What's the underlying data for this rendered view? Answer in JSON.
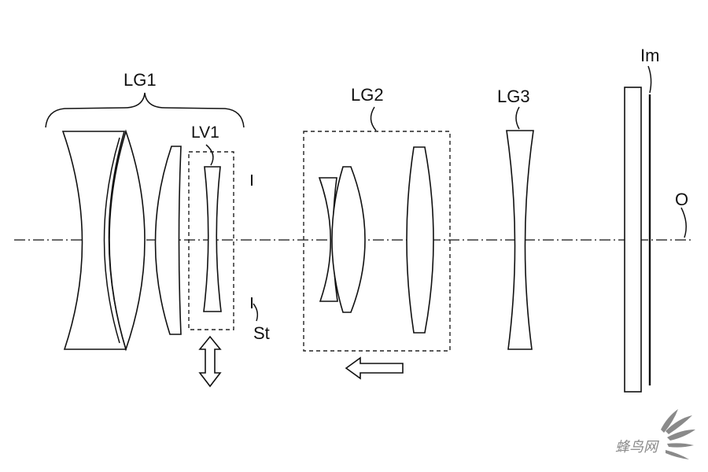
{
  "labels": {
    "lg1": "LG1",
    "lv1": "LV1",
    "lg2": "LG2",
    "lg3": "LG3",
    "im": "Im",
    "o": "O",
    "st": "St"
  },
  "watermark": {
    "text": "蜂鸟网",
    "color": "#8a8a8a"
  },
  "colors": {
    "line": "#111111",
    "background": "#ffffff"
  }
}
